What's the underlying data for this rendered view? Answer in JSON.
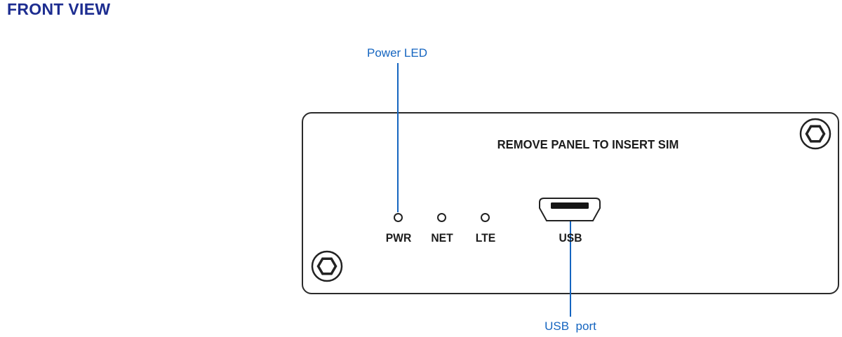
{
  "title": "FRONT VIEW",
  "colors": {
    "callout_blue": "#1565c0",
    "title_navy": "#1d2d90",
    "outline_dark": "#222222"
  },
  "callouts": {
    "power_led": "Power LED",
    "usb_port": "USB  port"
  },
  "panel": {
    "instruction": "REMOVE PANEL TO INSERT SIM",
    "leds": [
      {
        "label": "PWR"
      },
      {
        "label": "NET"
      },
      {
        "label": "LTE"
      }
    ],
    "usb_label": "USB"
  },
  "icons": {
    "screws": "hex-socket-screw-icon",
    "leds": "led-indicator-circle-icon",
    "usb": "micro-usb-port-icon"
  }
}
